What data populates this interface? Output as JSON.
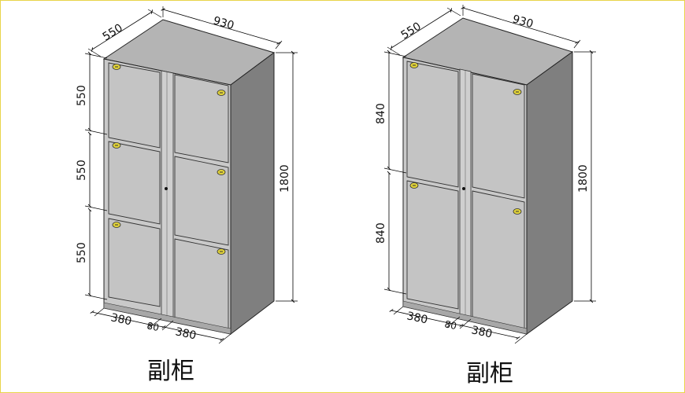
{
  "cabinets": [
    {
      "caption": "副柜",
      "top_width": "930",
      "depth": "550",
      "height": "1800",
      "left_column": [
        "550",
        "550",
        "550"
      ],
      "bottom_left": "380",
      "bottom_mid": "80",
      "bottom_right": "380"
    },
    {
      "caption": "副柜",
      "top_width": "930",
      "depth": "550",
      "height": "1800",
      "left_column": [
        "840",
        "840"
      ],
      "bottom_left": "380",
      "bottom_mid": "80",
      "bottom_right": "380"
    }
  ],
  "colors": {
    "front": "#c9c9c9",
    "top": "#b4b4b4",
    "side": "#7f7f7f",
    "lock": "#e0d23a",
    "border": "#e8d44a"
  }
}
